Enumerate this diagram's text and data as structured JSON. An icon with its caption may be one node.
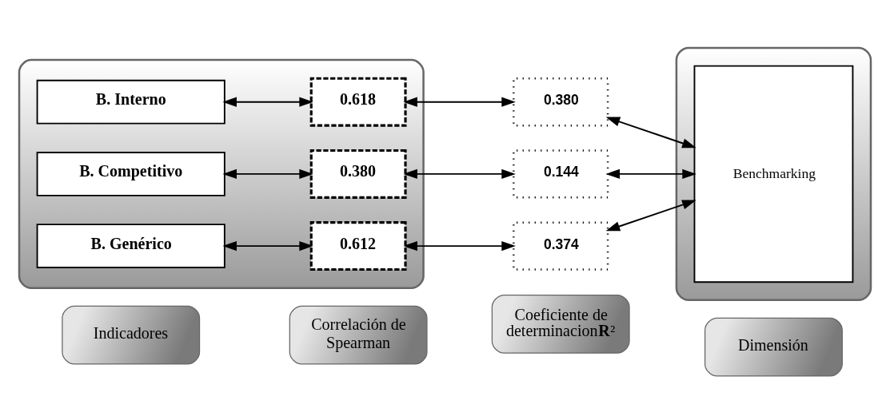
{
  "diagram": {
    "nodes": [
      {
        "text": [
          "Indicadores"
        ]
      },
      {
        "text": [
          "Correlación de Spearman"
        ]
      },
      {
        "text": [
          "Coeficiente de determinacion**R**²"
        ]
      },
      {
        "text": [
          "Dimensión"
        ]
      },
      {
        "text": [],
        "shape": "box"
      },
      {
        "text": [
          "B. Interno"
        ],
        "in": 4
      },
      {
        "text": [
          "B. Competitivo"
        ],
        "in": 4
      },
      {
        "text": [
          "B. Genérico"
        ],
        "in": 4
      },
      {
        "text": [
          "0.618"
        ],
        "in": 4
      },
      {
        "text": [
          "0.380"
        ],
        "in": 4
      },
      {
        "text": [
          "0.612"
        ],
        "in": 4
      },
      {
        "text": [
          "0.380"
        ]
      },
      {
        "text": [
          "0.144"
        ]
      },
      {
        "text": [
          "0.374"
        ]
      },
      {
        "text": [],
        "shape": "box"
      },
      {
        "text": [
          "Benchmarking"
        ],
        "in": 14
      }
    ],
    "edges": [
      {
        "from": 5,
        "to": 8,
        "arrow": "both"
      },
      {
        "from": 8,
        "to": 11,
        "arrow": "both"
      },
      {
        "from": 11,
        "to": 15,
        "arrow": "both"
      },
      {
        "from": 6,
        "to": 9,
        "arrow": "both"
      },
      {
        "from": 9,
        "to": 12,
        "arrow": "both"
      },
      {
        "from": 12,
        "to": 15,
        "arrow": "both"
      },
      {
        "from": 7,
        "to": 10,
        "arrow": "both"
      },
      {
        "from": 10,
        "to": 13,
        "arrow": "both"
      },
      {
        "from": 13,
        "to": 15,
        "arrow": "both"
      }
    ]
  }
}
